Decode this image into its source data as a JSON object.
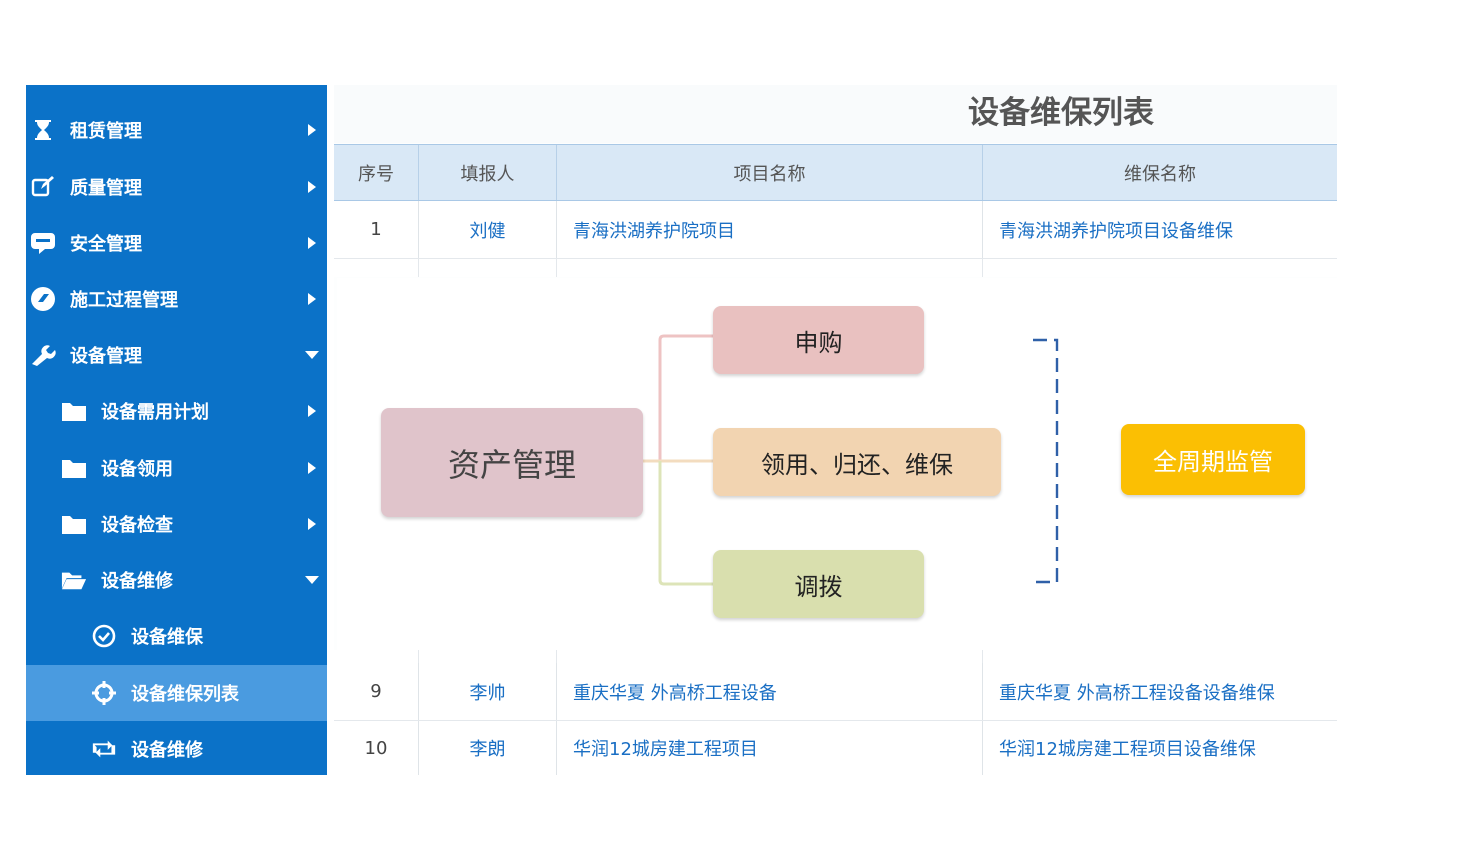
{
  "sidebar": {
    "items": [
      {
        "label": "租赁管理",
        "icon": "hourglass-icon"
      },
      {
        "label": "质量管理",
        "icon": "edit-icon"
      },
      {
        "label": "安全管理",
        "icon": "chat-icon"
      },
      {
        "label": "施工过程管理",
        "icon": "eraser-icon"
      },
      {
        "label": "设备管理",
        "icon": "wrench-icon"
      },
      {
        "label": "设备需用计划",
        "icon": "folder-icon"
      },
      {
        "label": "设备领用",
        "icon": "folder-icon"
      },
      {
        "label": "设备检查",
        "icon": "folder-icon"
      },
      {
        "label": "设备维修",
        "icon": "folder-open-icon"
      },
      {
        "label": "设备维保",
        "icon": "check-circle-icon"
      },
      {
        "label": "设备维保列表",
        "icon": "crosshair-icon"
      },
      {
        "label": "设备维修",
        "icon": "retweet-icon"
      }
    ],
    "colors": {
      "background": "#0b72c8",
      "active": "#4a9be0"
    }
  },
  "main": {
    "title": "设备维保列表",
    "columns": [
      "序号",
      "填报人",
      "项目名称",
      "维保名称"
    ],
    "rows": [
      {
        "no": "1",
        "reporter": "刘健",
        "project": "青海洪湖养护院项目",
        "maintenance": "青海洪湖养护院项目设备维保"
      },
      {
        "no": "9",
        "reporter": "李帅",
        "project": "重庆华夏 外高桥工程设备",
        "maintenance": "重庆华夏 外高桥工程设备设备维保"
      },
      {
        "no": "10",
        "reporter": "李朗",
        "project": "华润12城房建工程项目",
        "maintenance": "华润12城房建工程项目设备维保"
      }
    ],
    "colors": {
      "header": "#d9e8f6",
      "link": "#1a6fc4"
    }
  },
  "diagram": {
    "root": "资产管理",
    "branches": [
      "申购",
      "领用、归还、维保",
      "调拨"
    ],
    "result": "全周期监管",
    "colors": {
      "root": "#e0c4cb",
      "b1": "#e9c1c0",
      "b2": "#f2d4b1",
      "b3": "#d9dfae",
      "result": "#fbbf03"
    }
  }
}
